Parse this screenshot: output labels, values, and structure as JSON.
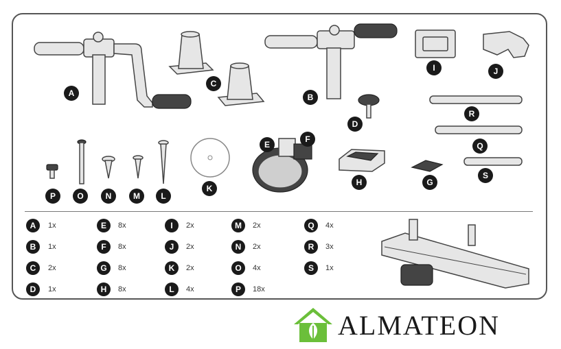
{
  "parts": [
    {
      "letter": "A",
      "qty": "1x"
    },
    {
      "letter": "B",
      "qty": "1x"
    },
    {
      "letter": "C",
      "qty": "2x"
    },
    {
      "letter": "D",
      "qty": "1x"
    },
    {
      "letter": "E",
      "qty": "8x"
    },
    {
      "letter": "F",
      "qty": "8x"
    },
    {
      "letter": "G",
      "qty": "8x"
    },
    {
      "letter": "H",
      "qty": "8x"
    },
    {
      "letter": "I",
      "qty": "2x"
    },
    {
      "letter": "J",
      "qty": "2x"
    },
    {
      "letter": "K",
      "qty": "2x"
    },
    {
      "letter": "L",
      "qty": "4x"
    },
    {
      "letter": "M",
      "qty": "2x"
    },
    {
      "letter": "N",
      "qty": "2x"
    },
    {
      "letter": "O",
      "qty": "4x"
    },
    {
      "letter": "P",
      "qty": "18x"
    },
    {
      "letter": "Q",
      "qty": "4x"
    },
    {
      "letter": "R",
      "qty": "3x"
    },
    {
      "letter": "S",
      "qty": "1x"
    }
  ],
  "brand": {
    "name": "ALMATEON",
    "logo_color": "#6bbf3a"
  },
  "colors": {
    "badge": "#1a1a1a",
    "outline": "#444444"
  }
}
